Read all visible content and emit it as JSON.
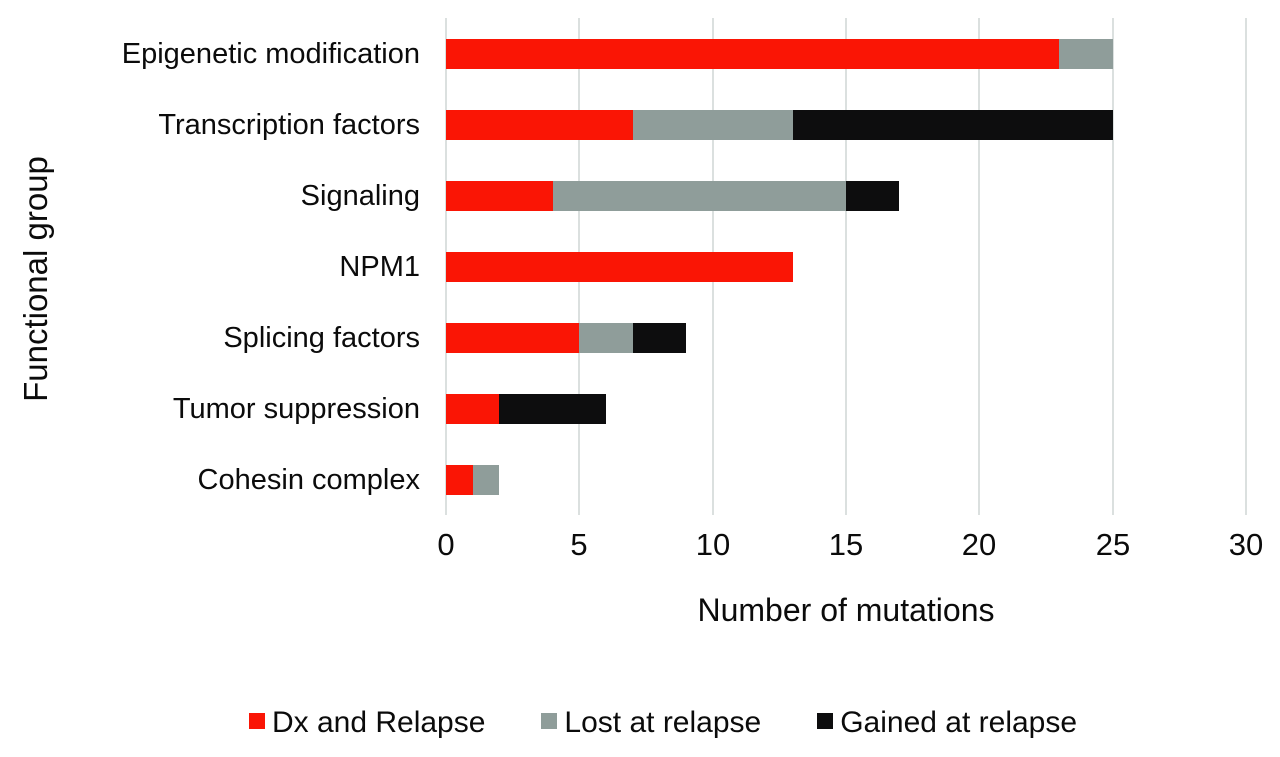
{
  "chart_data": {
    "type": "bar",
    "orientation": "horizontal",
    "stacked": true,
    "title": "",
    "xlabel": "Number of mutations",
    "ylabel": "Functional group",
    "xlim": [
      0,
      30
    ],
    "xticks": [
      0,
      5,
      10,
      15,
      20,
      25,
      30
    ],
    "grid": "vertical",
    "grid_color": "#dbe0df",
    "legend_position": "bottom",
    "categories": [
      "Epigenetic modification",
      "Transcription factors",
      "Signaling",
      "NPM1",
      "Splicing factors",
      "Tumor suppression",
      "Cohesin complex"
    ],
    "series": [
      {
        "name": "Dx and Relapse",
        "color": "#fa1505",
        "values": [
          23,
          7,
          4,
          13,
          5,
          2,
          1
        ]
      },
      {
        "name": "Lost at relapse",
        "color": "#8f9d9a",
        "values": [
          2,
          6,
          11,
          0,
          2,
          0,
          1
        ]
      },
      {
        "name": "Gained at relapse",
        "color": "#0d0d0e",
        "values": [
          0,
          12,
          2,
          0,
          2,
          4,
          0
        ]
      }
    ],
    "totals_by_category": [
      25,
      25,
      17,
      13,
      9,
      6,
      2
    ]
  }
}
